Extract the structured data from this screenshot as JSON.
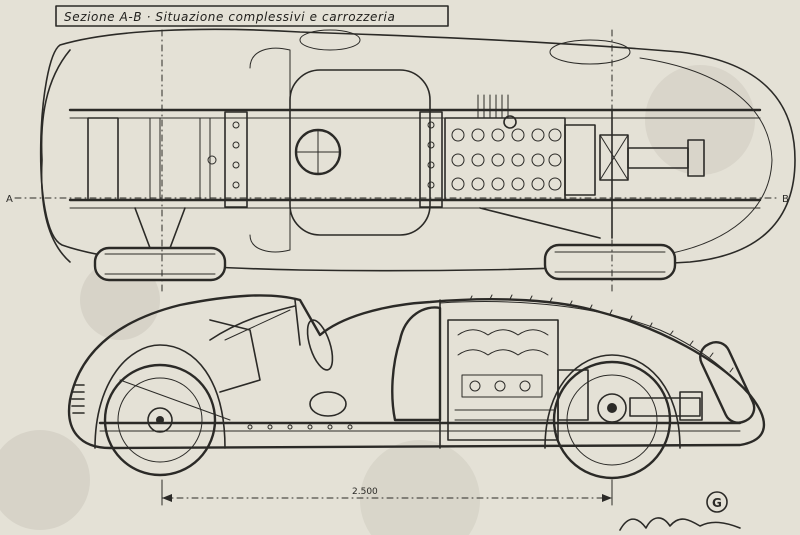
{
  "drawing": {
    "title": "Sezione A-B · Situazione complessivi e carrozzeria",
    "section_mark_left": "A",
    "section_mark_right": "B",
    "dimension_label": "2.500",
    "monogram": "G",
    "signature": "Vittorio Jano"
  },
  "colors": {
    "paper": "#e4e1d6",
    "ink": "#2b2a27"
  }
}
